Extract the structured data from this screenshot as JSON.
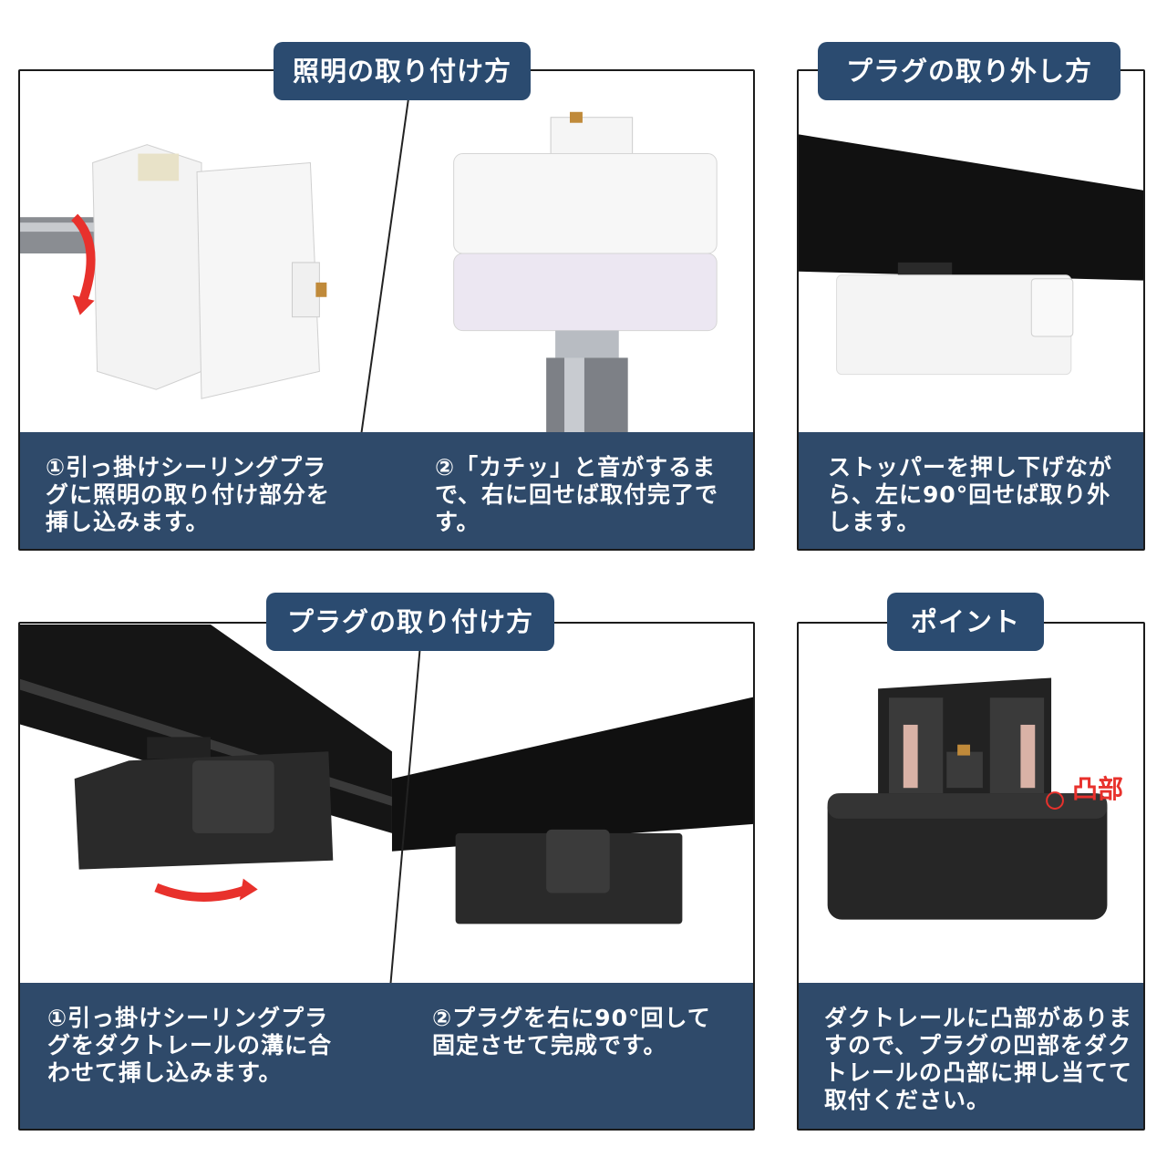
{
  "sections": {
    "light_install": {
      "title": "照明の取り付け方",
      "step1": "①引っ掛けシーリングプラ\nグに照明の取り付け部分を\n挿し込みます。",
      "step2": "②「カチッ」と音がするま\nで、右に回せば取付完了で\nす。"
    },
    "plug_remove": {
      "title": "プラグの取り外し方",
      "text": "ストッパーを押し下げなが\nら、左に90°回せば取り外\nします。"
    },
    "plug_install": {
      "title": "プラグの取り付け方",
      "step1": "①引っ掛けシーリングプラ\nグをダクトレールの溝に合\nわせて挿し込みます。",
      "step2": "②プラグを右に90°回して\n固定させて完成です。"
    },
    "point": {
      "title": "ポイント",
      "callout": "凸部",
      "text": "ダクトレールに凸部がありま\nすので、プラグの凹部をダク\nトレールの凸部に押し当てて\n取付ください。"
    }
  },
  "colors": {
    "caption_bg": "#2f4a6a",
    "title_bg": "#2b4b70",
    "accent_red": "#e8312c"
  }
}
